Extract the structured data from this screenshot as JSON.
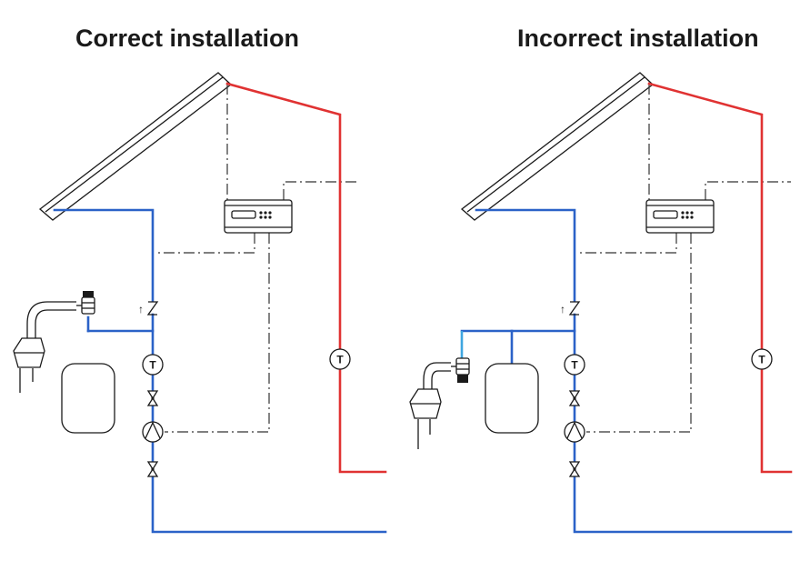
{
  "titles": {
    "left": "Correct installation",
    "right": "Incorrect installation"
  },
  "labels": {
    "temperature_sensor": "T",
    "check_valve_arrow": "↑"
  },
  "colors": {
    "cold_pipe": "#2b62c8",
    "hot_pipe": "#e03232",
    "safety_branch": "#3fa6e0",
    "control_line": "#333333"
  }
}
